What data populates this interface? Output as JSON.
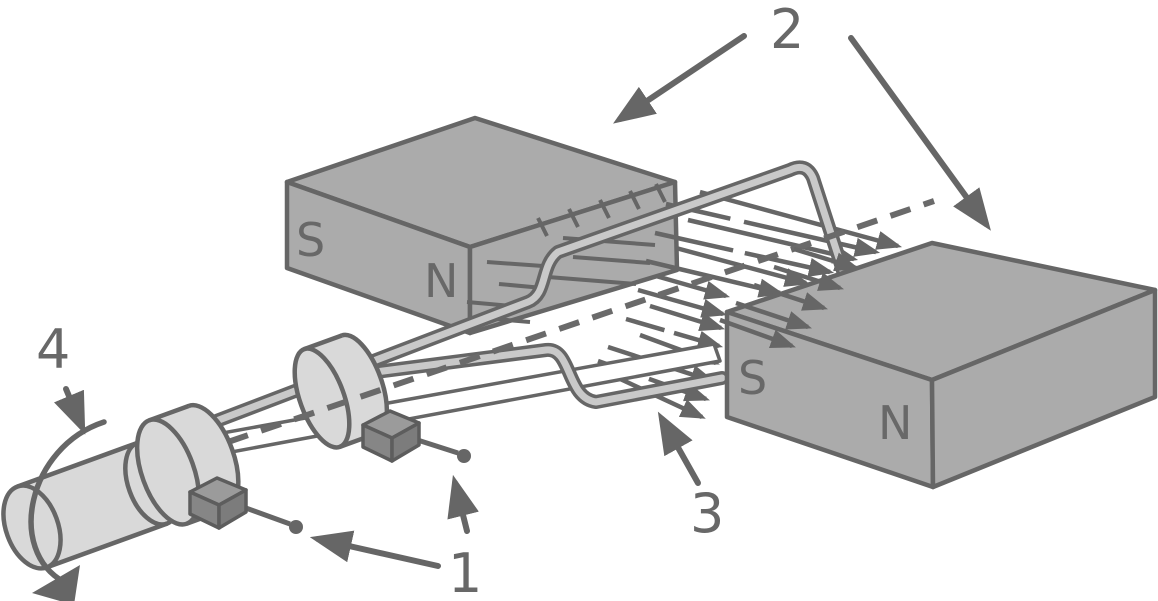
{
  "magnets": {
    "left": {
      "side_label": "S",
      "front_label": "N"
    },
    "right": {
      "side_label": "S",
      "front_label": "N"
    }
  },
  "callouts": {
    "brushes_leads": "1",
    "magnets": "2",
    "coil": "3",
    "rotation_shaft": "4"
  },
  "colors": {
    "background": "#ffffff",
    "outline": "#666666",
    "magnet_fill": "#ababab",
    "wire_fill": "#c9c9c9",
    "shaft_fill": "#d9d9d9",
    "brush_fill": "#8a8a8a",
    "label_text": "#686868"
  }
}
